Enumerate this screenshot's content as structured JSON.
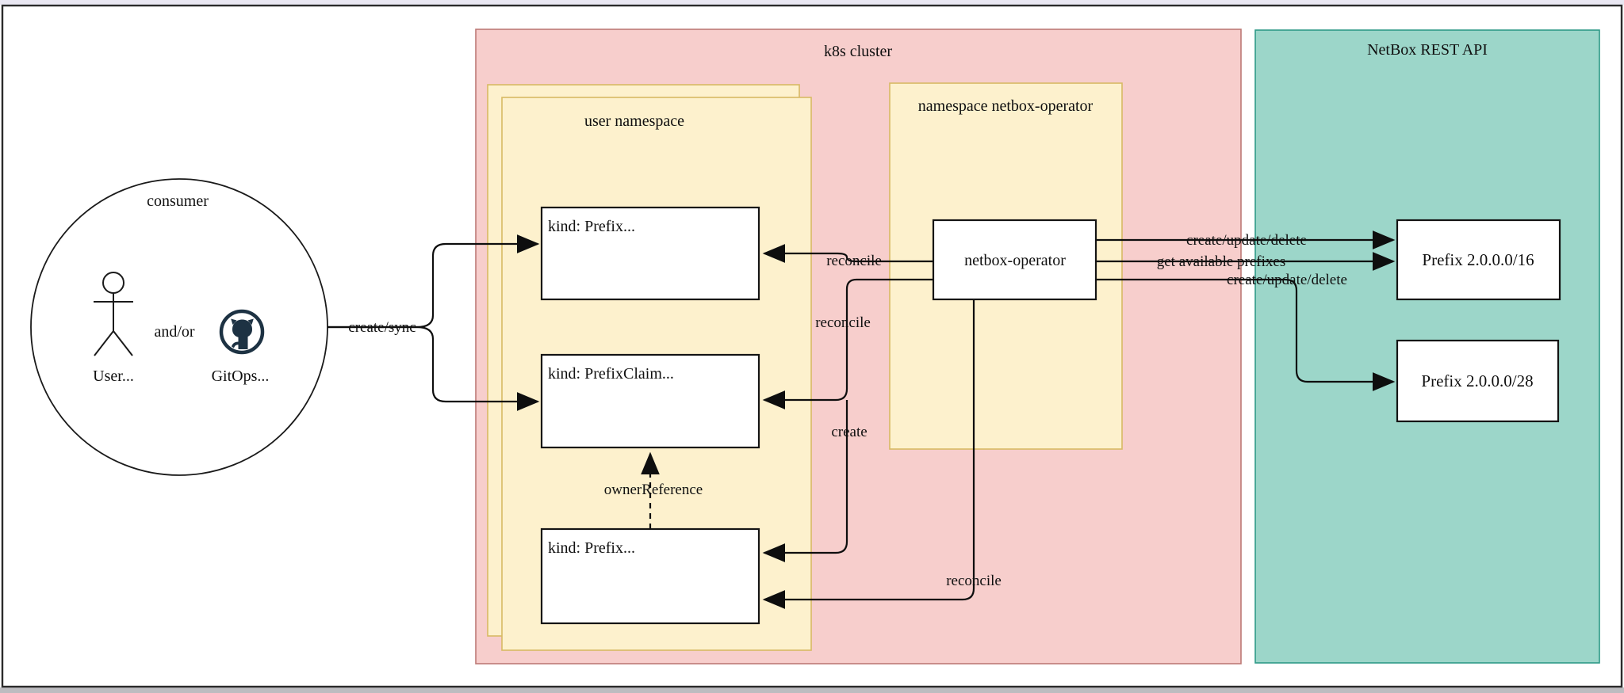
{
  "window": {
    "top_strip_color": "#e9e7f2",
    "bottom_strip_color": "#bdbcc0",
    "canvas_color": "#ffffff"
  },
  "colors": {
    "cluster_fill": "#f7cecc",
    "namespace_fill": "#fdf1cd",
    "api_fill": "#9cd6c9",
    "node_fill": "#ffffff",
    "icon_color": "#1d3243"
  },
  "consumer": {
    "title": "consumer",
    "user_label": "User...",
    "conjunction": "and/or",
    "gitops_label": "GitOps..."
  },
  "cluster": {
    "title": "k8s cluster",
    "user_namespace": {
      "title": "user namespace",
      "prefix_box": "kind: Prefix...",
      "prefixclaim_box": "kind: PrefixClaim...",
      "prefix_child_box": "kind: Prefix..."
    },
    "operator_namespace": {
      "title": "namespace netbox-operator",
      "operator": "netbox-operator"
    }
  },
  "api": {
    "title": "NetBox REST API",
    "prefix16": "Prefix 2.0.0.0/16",
    "prefix28": "Prefix 2.0.0.0/28"
  },
  "edges": {
    "create_sync": "create/sync",
    "reconcile_prefix": "reconcile",
    "reconcile_claim": "reconcile",
    "create_child": "create",
    "reconcile_child": "reconcile",
    "owner_reference": "ownerReference",
    "crud_prefix16": "create/update/delete",
    "get_available": "get available prefixes",
    "crud_prefix28": "create/update/delete"
  }
}
